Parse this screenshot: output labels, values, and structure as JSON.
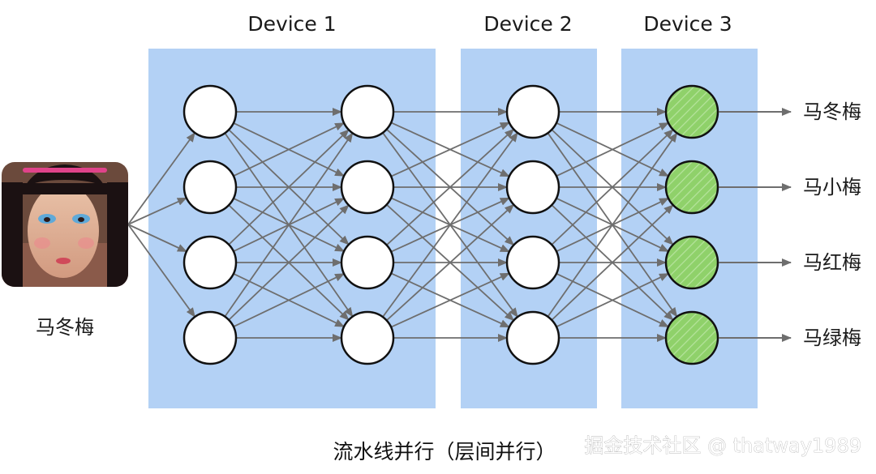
{
  "devices": [
    {
      "label": "Device 1"
    },
    {
      "label": "Device 2"
    },
    {
      "label": "Device 3"
    }
  ],
  "input": {
    "label": "马冬梅",
    "image": "portrait-photo"
  },
  "outputs": [
    "马冬梅",
    "马小梅",
    "马红梅",
    "马绿梅"
  ],
  "caption": "流水线并行（层间并行）",
  "watermark": "掘金技术社区 @ thatway1989",
  "colors": {
    "device_panel": "#b3d1f5",
    "edge": "#6e6e6e",
    "node_fill": "#ffffff",
    "output_node_fill": "#8fd16a",
    "node_stroke": "#111111"
  }
}
